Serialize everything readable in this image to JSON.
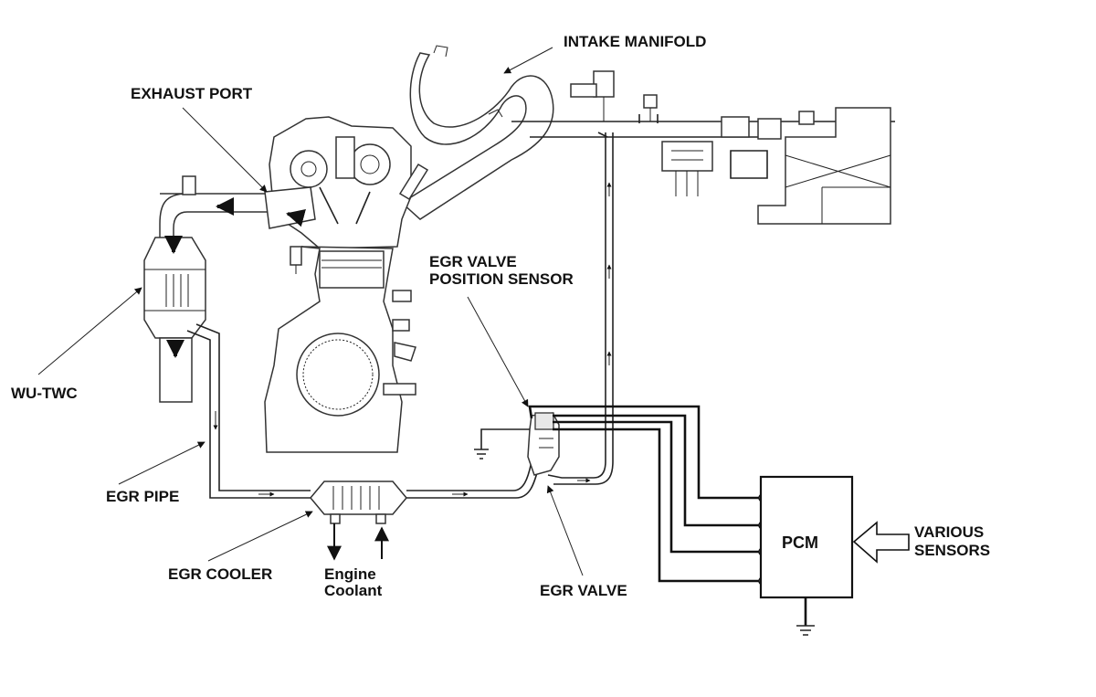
{
  "labels": {
    "intake_manifold": "INTAKE MANIFOLD",
    "exhaust_port": "EXHAUST PORT",
    "egr_valve_position_sensor_1": "EGR VALVE",
    "egr_valve_position_sensor_2": "POSITION SENSOR",
    "wu_twc": "WU-TWC",
    "egr_pipe": "EGR PIPE",
    "egr_cooler": "EGR COOLER",
    "engine_coolant_1": "Engine",
    "engine_coolant_2": "Coolant",
    "egr_valve": "EGR VALVE",
    "pcm": "PCM",
    "various_sensors_1": "VARIOUS",
    "various_sensors_2": "SENSORS"
  },
  "colors": {
    "line": "#222222",
    "background": "#ffffff"
  }
}
